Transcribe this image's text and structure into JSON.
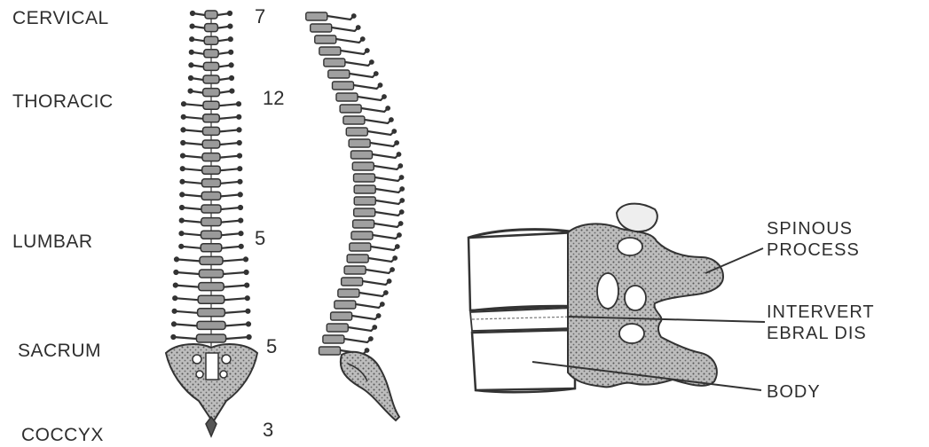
{
  "regions": [
    {
      "key": "cervical",
      "label": "CERVICAL",
      "count": "7"
    },
    {
      "key": "thoracic",
      "label": "THORACIC",
      "count": "12"
    },
    {
      "key": "lumbar",
      "label": "LUMBAR",
      "count": "5"
    },
    {
      "key": "sacrum",
      "label": "SACRUM",
      "count": "5"
    },
    {
      "key": "coccyx",
      "label": "COCCYX",
      "count": "3"
    }
  ],
  "vertebra_labels": {
    "spinous_line1": "SPINOUS",
    "spinous_line2": "PROCESS",
    "disc_line1": "INTERVERT",
    "disc_line2": "EBRAL DIS",
    "body": "BODY"
  },
  "colors": {
    "ink": "#2e2e2e",
    "stipple": "#8a8a8a",
    "paper": "#ffffff"
  }
}
